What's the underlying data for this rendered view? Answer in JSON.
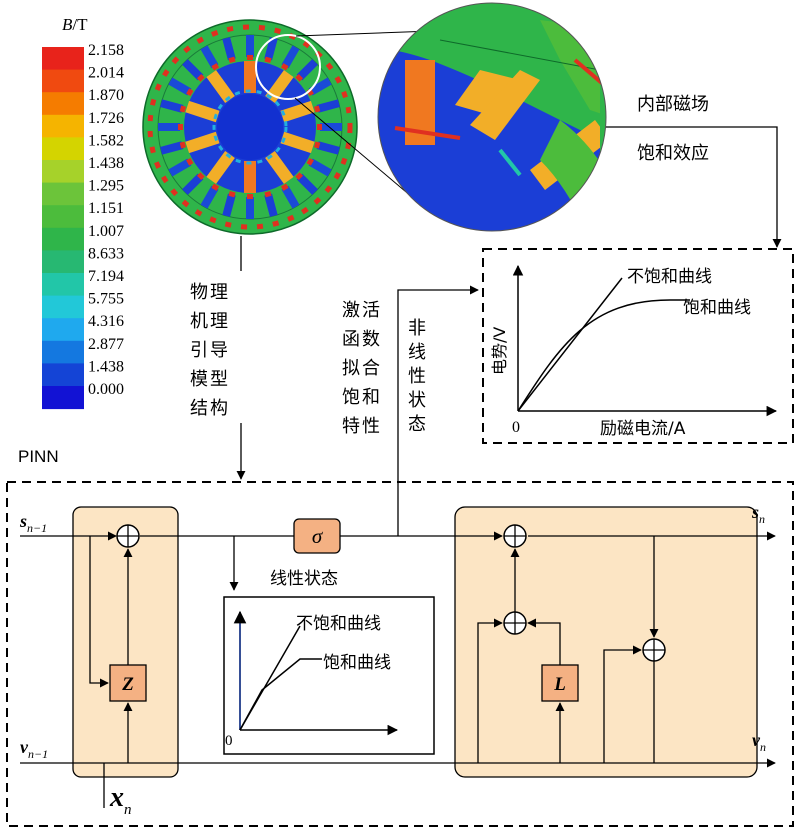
{
  "colorbar": {
    "title_italic": "B",
    "title_unit": "/T",
    "values": [
      "2.158",
      "2.014",
      "1.870",
      "1.726",
      "1.582",
      "1.438",
      "1.295",
      "1.151",
      "1.007",
      "8.633",
      "7.194",
      "5.755",
      "4.316",
      "2.877",
      "1.438",
      "0.000"
    ],
    "colors": [
      "#e8231b",
      "#f04a10",
      "#f57c00",
      "#f5b400",
      "#d4d400",
      "#a6d22a",
      "#6cc43a",
      "#4cbc3c",
      "#2fb54a",
      "#27b872",
      "#22c6a8",
      "#22c8d8",
      "#1fa9ee",
      "#1478e0",
      "#1444d6",
      "#1212d4"
    ]
  },
  "labels": {
    "internal_field_1": "内部磁场",
    "internal_field_2": "饱和效应",
    "physics_chars": [
      "物",
      "理",
      "机",
      "理",
      "引",
      "导",
      "模",
      "型",
      "结",
      "构"
    ],
    "activation_chars": [
      "激",
      "活",
      "函",
      "数",
      "拟",
      "合",
      "饱",
      "和",
      "特",
      "性"
    ],
    "nonlinear_chars": [
      "非",
      "线",
      "性",
      "状",
      "态"
    ],
    "pinn": "PINN",
    "sigma": "σ",
    "linear_state": "线性状态",
    "z_box": "Z",
    "l_box": "L"
  },
  "top_plot": {
    "ylabel": "电势/V",
    "xlabel": "励磁电流/A",
    "origin": "0",
    "curve_unsat": "不饱和曲线",
    "curve_sat": "饱和曲线"
  },
  "inner_plot": {
    "origin": "0",
    "curve_unsat": "不饱和曲线",
    "curve_sat": "饱和曲线"
  },
  "vars": {
    "s_prev_base": "s",
    "s_prev_sub": "n−1",
    "v_prev_base": "v",
    "v_prev_sub": "n−1",
    "s_next_base": "s",
    "s_next_sub": "n",
    "v_next_base": "v",
    "v_next_sub": "n",
    "x_base": "x",
    "x_sub": "n"
  },
  "palette": {
    "panel": "#fce5c4",
    "node_box": "#f4b183",
    "sigma_box": "#f4b183",
    "stator": "#2fb54a",
    "rotor": "#1638d8",
    "bar": "#f2ae28"
  }
}
